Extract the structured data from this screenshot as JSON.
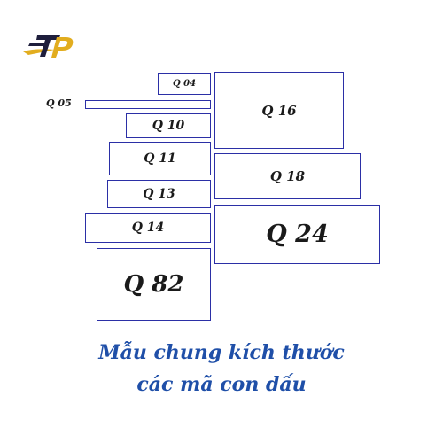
{
  "logo": {
    "alt": "TP logo",
    "colors": {
      "dark": "#1e1e3c",
      "gold": "#e2ad1f"
    }
  },
  "stamps": {
    "q04": "Q 04",
    "q05": "Q 05",
    "q10": "Q 10",
    "q11": "Q 11",
    "q13": "Q 13",
    "q14": "Q 14",
    "q16": "Q 16",
    "q18": "Q 18",
    "q24": "Q 24",
    "q82": "Q 82"
  },
  "caption": {
    "line1": "Mẫu chung kích thước",
    "line2": "các mã con dấu"
  },
  "colors": {
    "border": "#2b2fa6",
    "caption": "#1f4fa8",
    "text": "#1a1a1a"
  }
}
